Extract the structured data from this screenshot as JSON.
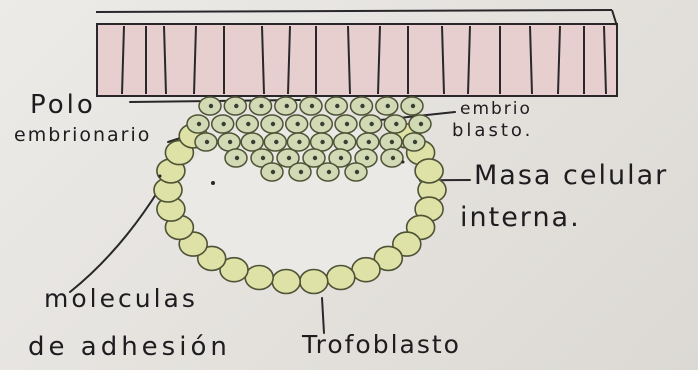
{
  "labels": {
    "polo": "Polo",
    "embrionario": "embrionario",
    "embrio": "embrio",
    "blasto": "blasto.",
    "masa": "Masa celular",
    "interna": "interna.",
    "moleculas": "moleculas",
    "adhesion": "de adhesión",
    "trofoblasto": "Trofoblasto"
  },
  "colors": {
    "ink": "#1e1c1f",
    "paper": "#e6e3df",
    "wall_fill": "#e7cfcf",
    "cell_fill": "#dfe2a6",
    "cell_stroke": "#4f5336",
    "icm_fill": "#d2d9b5",
    "nucleus": "#3a3d33"
  }
}
